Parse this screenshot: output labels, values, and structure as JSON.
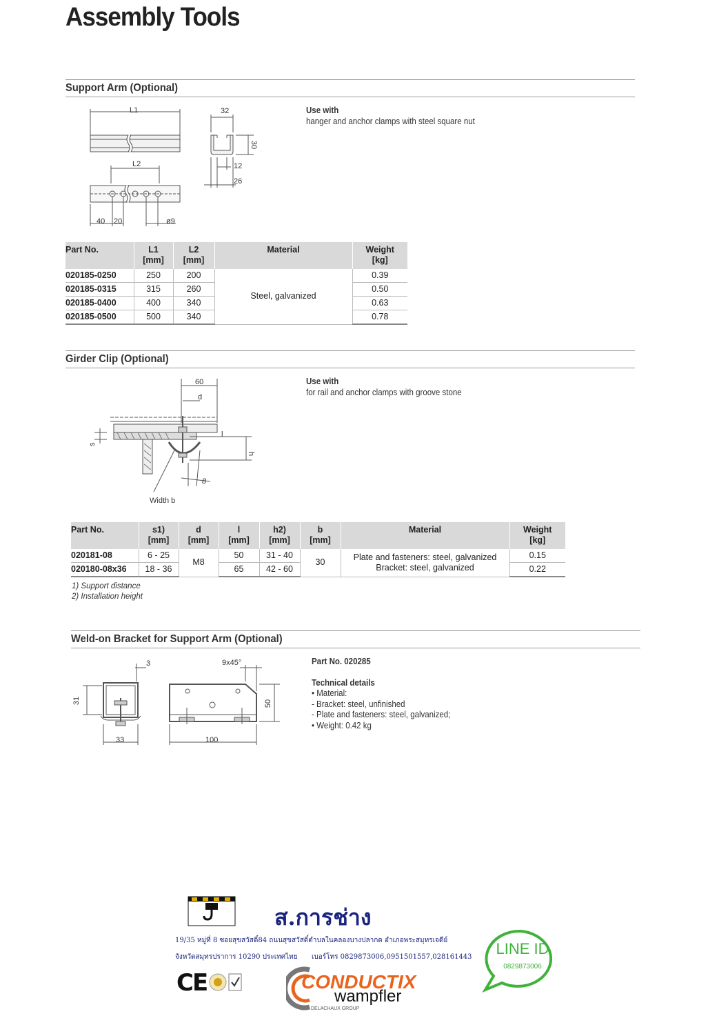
{
  "page_title": "Assembly Tools",
  "support_arm": {
    "heading": "Support Arm (Optional)",
    "use_with_label": "Use with",
    "use_with_text": "hanger and anchor clamps with steel square nut",
    "dims": {
      "l1": "L1",
      "l2": "L2",
      "d32": "32",
      "d30": "30",
      "d12": "12",
      "d26": "26",
      "d40": "40",
      "d20": "20",
      "hole": "ø9"
    },
    "columns": [
      "Part No.",
      "L1\n[mm]",
      "L2\n[mm]",
      "Material",
      "Weight\n[kg]"
    ],
    "material": "Steel, galvanized",
    "rows": [
      {
        "part": "020185-0250",
        "l1": "250",
        "l2": "200",
        "weight": "0.39"
      },
      {
        "part": "020185-0315",
        "l1": "315",
        "l2": "260",
        "weight": "0.50"
      },
      {
        "part": "020185-0400",
        "l1": "400",
        "l2": "340",
        "weight": "0.63"
      },
      {
        "part": "020185-0500",
        "l1": "500",
        "l2": "340",
        "weight": "0.78"
      }
    ]
  },
  "girder_clip": {
    "heading": "Girder Clip (Optional)",
    "use_with_label": "Use with",
    "use_with_text": "for rail and anchor clamps with groove stone",
    "dims": {
      "d60": "60",
      "d": "d",
      "s": "s",
      "l": "l",
      "h": "h",
      "d8": "8",
      "width_b": "Width b"
    },
    "columns": [
      "Part No.",
      "s1)\n[mm]",
      "d\n[mm]",
      "l\n[mm]",
      "h2)\n[mm]",
      "b\n[mm]",
      "Material",
      "Weight\n[kg]"
    ],
    "d_value": "M8",
    "b_value": "30",
    "material": "Plate and fasteners: steel, galvanized\nBracket: steel, galvanized",
    "rows": [
      {
        "part": "020181-08",
        "s": "6 - 25",
        "l": "50",
        "h": "31 - 40",
        "weight": "0.15"
      },
      {
        "part": "020180-08x36",
        "s": "18 - 36",
        "l": "65",
        "h": "42 - 60",
        "weight": "0.22"
      }
    ],
    "notes": [
      "1) Support distance",
      "2) Installation height"
    ]
  },
  "weld_bracket": {
    "heading": "Weld-on Bracket for Support Arm (Optional)",
    "part_no": "Part No. 020285",
    "tech_heading": "Technical details",
    "tech_lines": [
      "• Material:",
      "- Bracket: steel, unfinished",
      "- Plate and fasteners: steel, galvanized;",
      "• Weight: 0.42 kg"
    ],
    "dims": {
      "d3": "3",
      "d31": "31",
      "d33": "33",
      "chamfer": "9x45°",
      "d50": "50",
      "d100": "100"
    }
  },
  "footer": {
    "company_thai": "ส.การช่าง",
    "address_line1": "19/35 หมู่ที่ 8 ซอยสุขสวัสดิ์84 ถนนสุขสวัสดิ์ตำบลในคลองบางปลากด อำเภอพระสมุทรเจดีย์",
    "address_line2": "จังหวัดสมุทรปราการ 10290 ประเทศไทย",
    "phone": "เบอร์โทร 0829873006,0951501557,028161443",
    "line_label": "LINE ID",
    "line_id": "0829873006",
    "brand_top": "CONDUCTIX",
    "brand_bottom": "wampfler",
    "group": "DELACHAUX GROUP",
    "ce": "CE"
  },
  "colors": {
    "header_bg": "#d9d9d9",
    "brand_orange": "#e8641e",
    "line_green": "#3fb23a",
    "thai_blue": "#1a237e"
  }
}
